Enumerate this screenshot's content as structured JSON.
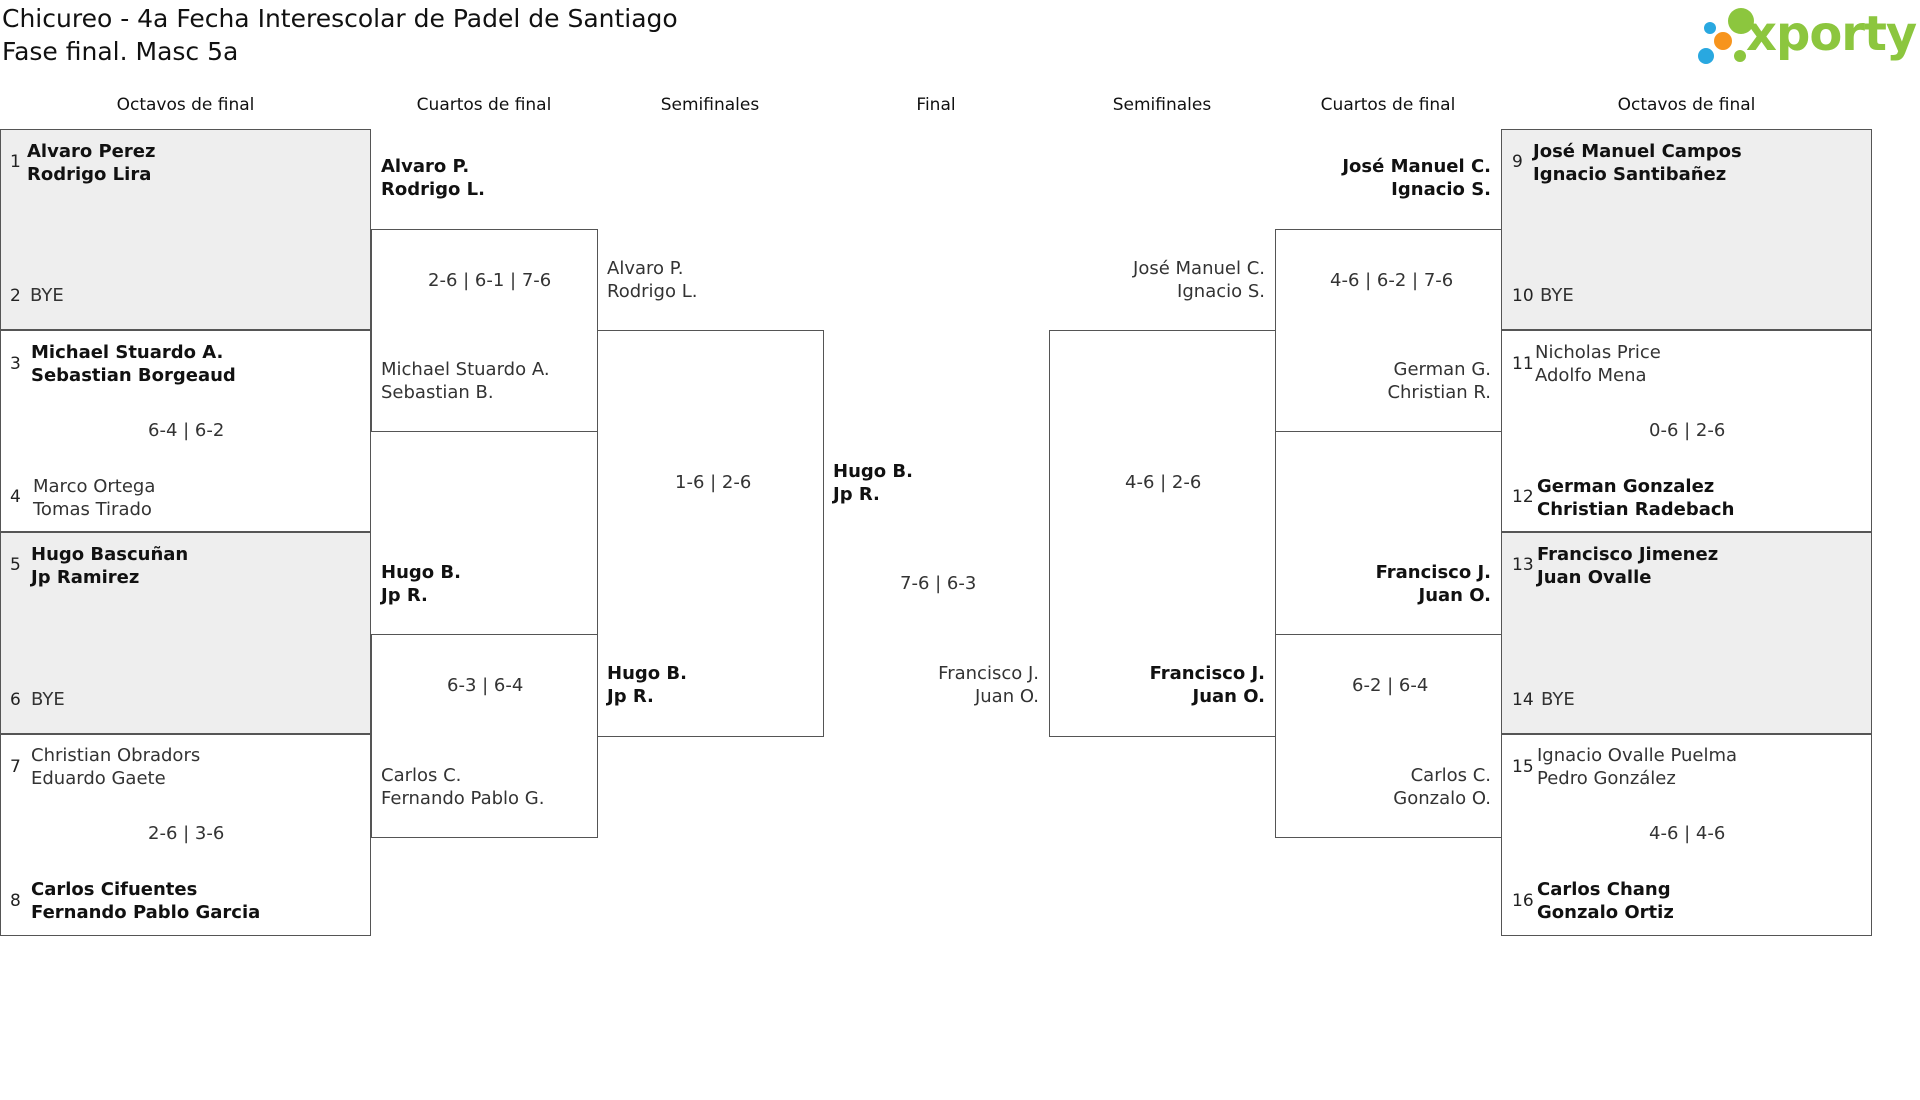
{
  "title": {
    "line1": "Chicureo - 4a Fecha Interescolar de Padel de Santiago",
    "line2": "Fase final. Masc 5a"
  },
  "logo": {
    "text": "xporty",
    "colors": [
      "#8cc63e",
      "#f7941d",
      "#29a8e0"
    ]
  },
  "rounds": {
    "left_octavos": "Octavos de final",
    "left_cuartos": "Cuartos de final",
    "left_semis": "Semifinales",
    "final": "Final",
    "right_semis": "Semifinales",
    "right_cuartos": "Cuartos de final",
    "right_octavos": "Octavos de final"
  },
  "left_octavos": [
    {
      "seed_a": "1",
      "a1": "Alvaro Perez",
      "a2": "Rodrigo Lira",
      "seed_b": "2",
      "b1": "BYE",
      "score": ""
    },
    {
      "seed_a": "3",
      "a1": "Michael Stuardo A.",
      "a2": "Sebastian Borgeaud",
      "seed_b": "4",
      "b1": "Marco Ortega",
      "b2": "Tomas Tirado",
      "score": "6-4 | 6-2"
    },
    {
      "seed_a": "5",
      "a1": "Hugo Bascuñan",
      "a2": "Jp Ramirez",
      "seed_b": "6",
      "b1": "BYE",
      "score": ""
    },
    {
      "seed_a": "7",
      "a1": "Christian Obradors",
      "a2": "Eduardo Gaete",
      "seed_b": "8",
      "b1": "Carlos Cifuentes",
      "b2": "Fernando Pablo Garcia",
      "score": "2-6 | 3-6"
    }
  ],
  "left_cuartos": [
    {
      "a1": "Alvaro P.",
      "a2": "Rodrigo L.",
      "b1": "Michael Stuardo A.",
      "b2": "Sebastian B.",
      "score": "2-6 | 6-1 | 7-6"
    },
    {
      "a1": "Hugo B.",
      "a2": "Jp R.",
      "b1": "Carlos C.",
      "b2": "Fernando Pablo G.",
      "score": "6-3 | 6-4"
    }
  ],
  "left_semis": {
    "a1": "Alvaro P.",
    "a2": "Rodrigo L.",
    "b1": "Hugo B.",
    "b2": "Jp R.",
    "score": "1-6 | 2-6"
  },
  "final": {
    "a1": "Hugo B.",
    "a2": "Jp R.",
    "b1": "Francisco J.",
    "b2": "Juan O.",
    "score": "7-6 | 6-3"
  },
  "right_semis": {
    "a1": "José Manuel C.",
    "a2": "Ignacio S.",
    "b1": "Francisco J.",
    "b2": "Juan O.",
    "score": "4-6 | 2-6"
  },
  "right_cuartos": [
    {
      "a1": "José Manuel C.",
      "a2": "Ignacio S.",
      "b1": "German G.",
      "b2": "Christian R.",
      "score": "4-6 | 6-2 | 7-6"
    },
    {
      "a1": "Francisco J.",
      "a2": "Juan O.",
      "b1": "Carlos C.",
      "b2": "Gonzalo O.",
      "score": "6-2 | 6-4"
    }
  ],
  "right_octavos": [
    {
      "seed_a": "9",
      "a1": "José Manuel Campos",
      "a2": "Ignacio Santibañez",
      "seed_b": "10",
      "b1": "BYE",
      "score": ""
    },
    {
      "seed_a": "11",
      "a1": "Nicholas Price",
      "a2": "Adolfo Mena",
      "seed_b": "12",
      "b1": "German Gonzalez",
      "b2": "Christian Radebach",
      "score": "0-6 | 2-6"
    },
    {
      "seed_a": "13",
      "a1": "Francisco Jimenez",
      "a2": "Juan Ovalle",
      "seed_b": "14",
      "b1": "BYE",
      "score": ""
    },
    {
      "seed_a": "15",
      "a1": "Ignacio Ovalle Puelma",
      "a2": "Pedro González",
      "seed_b": "16",
      "b1": "Carlos Chang",
      "b2": "Gonzalo Ortiz",
      "score": "4-6 | 4-6"
    }
  ]
}
